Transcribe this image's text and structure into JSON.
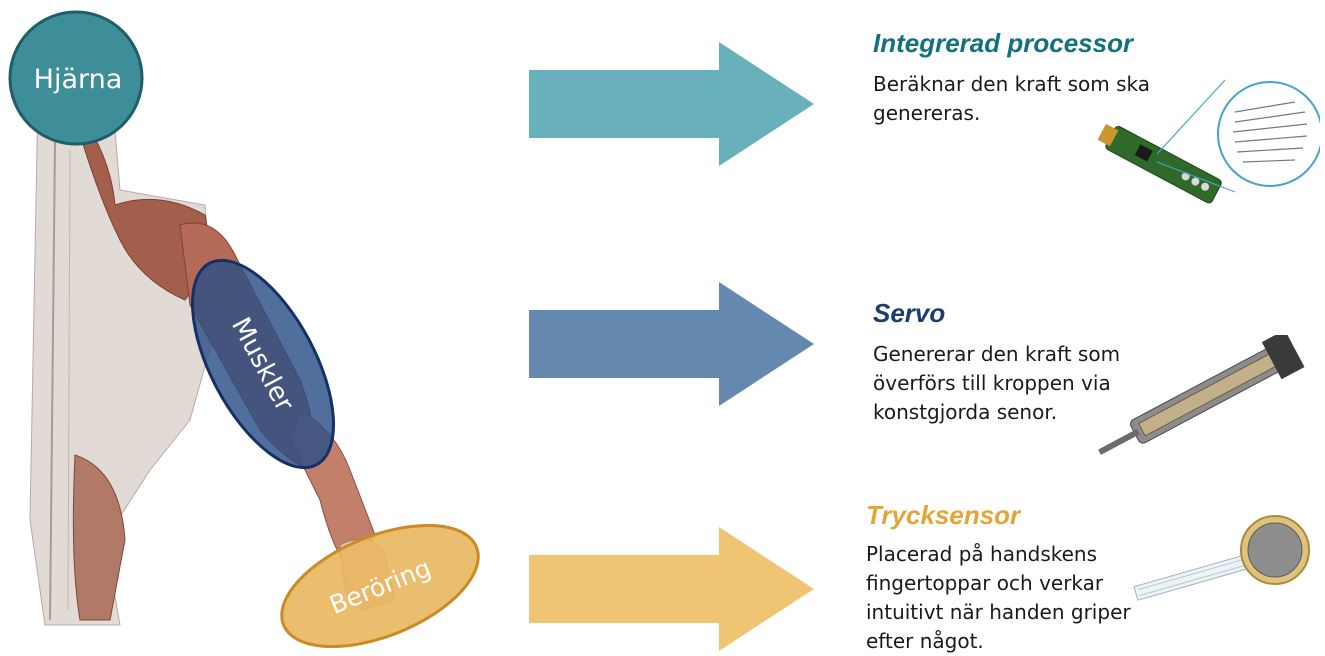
{
  "labels": {
    "brain": "Hjärna",
    "muscles": "Muskler",
    "touch": "Beröring"
  },
  "components": [
    {
      "title": "Integrerad processor",
      "description_lines": [
        "Beräknar den kraft som ska",
        "genereras."
      ],
      "color": "#13707f",
      "illustration": "circuit-board-with-code-zoom"
    },
    {
      "title": "Servo",
      "description_lines": [
        "Genererar den kraft som",
        "överförs till kroppen via",
        "konstgjorda senor."
      ],
      "color": "#1c3d6e",
      "illustration": "linear-servo-actuator"
    },
    {
      "title": "Trycksensor",
      "description_lines": [
        "Placerad på handskens",
        "fingertoppar och verkar",
        "intuitivt när handen griper",
        "efter något."
      ],
      "color": "#e3a43a",
      "illustration": "force-sensitive-resistor"
    }
  ],
  "colors": {
    "brain_fill": "#3e8e9a",
    "brain_stroke": "#1d5e6a",
    "muscle_fill": "#2b4f86",
    "muscle_stroke": "#143166",
    "touch_fill": "#e9b65e",
    "touch_stroke": "#c98b22",
    "arrow_teal": "#68b0bb",
    "arrow_blue": "#6588ae",
    "arrow_gold": "#efc473"
  }
}
